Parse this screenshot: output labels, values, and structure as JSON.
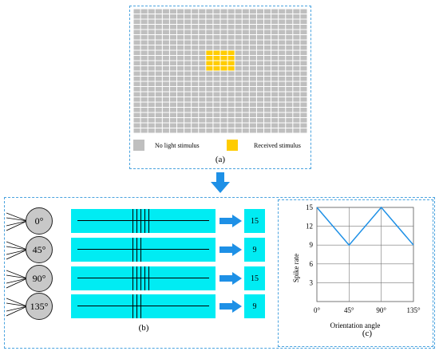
{
  "panel_a": {
    "label": "(a)",
    "grid_rows": 24,
    "grid_cols": 24,
    "stimulus_rows": [
      8,
      11
    ],
    "stimulus_cols": [
      10,
      13
    ],
    "colors": {
      "background": "#bfbfbf",
      "stimulus": "#ffcc00"
    },
    "legend": [
      {
        "label": "No light stimulus",
        "color": "#bfbfbf"
      },
      {
        "label": "Received stimulus",
        "color": "#ffcc00"
      }
    ]
  },
  "panel_b": {
    "label": "(b)",
    "channels": [
      {
        "orientation": "0°",
        "spike_rate": "15",
        "spike_count": 5
      },
      {
        "orientation": "45°",
        "spike_rate": "9",
        "spike_count": 3
      },
      {
        "orientation": "90°",
        "spike_rate": "15",
        "spike_count": 5
      },
      {
        "orientation": "135°",
        "spike_rate": "9",
        "spike_count": 3
      }
    ],
    "colors": {
      "band": "#00ecf3",
      "neuron": "#c8c8c8",
      "arrow": "#1e90e6"
    }
  },
  "panel_c": {
    "label": "(c)"
  },
  "chart_data": {
    "type": "line",
    "x": [
      "0°",
      "45°",
      "90°",
      "135°"
    ],
    "values": [
      15,
      9,
      15,
      9
    ],
    "xlabel": "Orientation angle",
    "ylabel": "Spike rate",
    "ylim": [
      0,
      15
    ],
    "yticks": [
      3,
      6,
      9,
      12,
      15
    ],
    "grid": true,
    "line_color": "#1e90e6"
  }
}
